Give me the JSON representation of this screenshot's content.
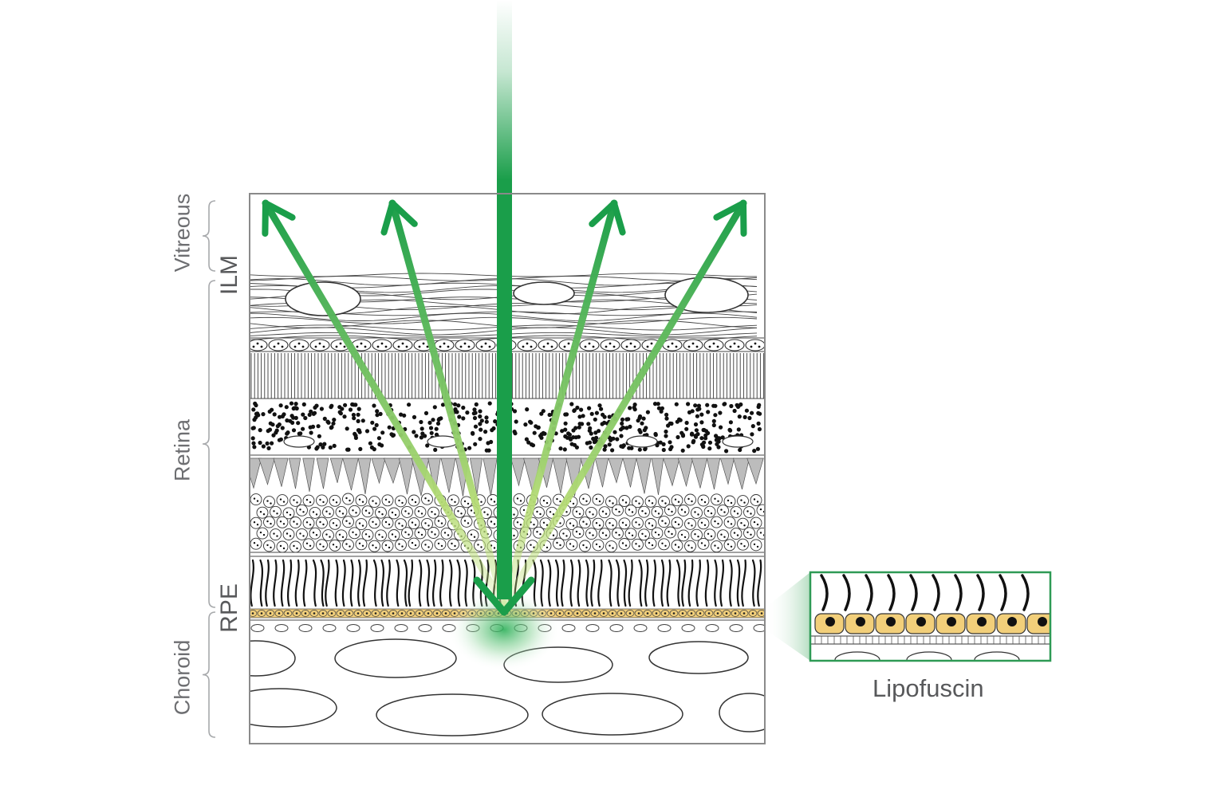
{
  "labels": {
    "vitreous": "Vitreous",
    "ilm": "ILM",
    "retina": "Retina",
    "rpe": "RPE",
    "choroid": "Choroid",
    "inset": "Lipofuscin"
  },
  "colors": {
    "beam_green": "#1a9e4a",
    "beam_light": "#b7dd7a",
    "lipofuscin_yellow": "#f2cf7a",
    "inset_border": "#2e9a55",
    "outline": "#333333",
    "cone_gray": "#bcbcbc"
  }
}
